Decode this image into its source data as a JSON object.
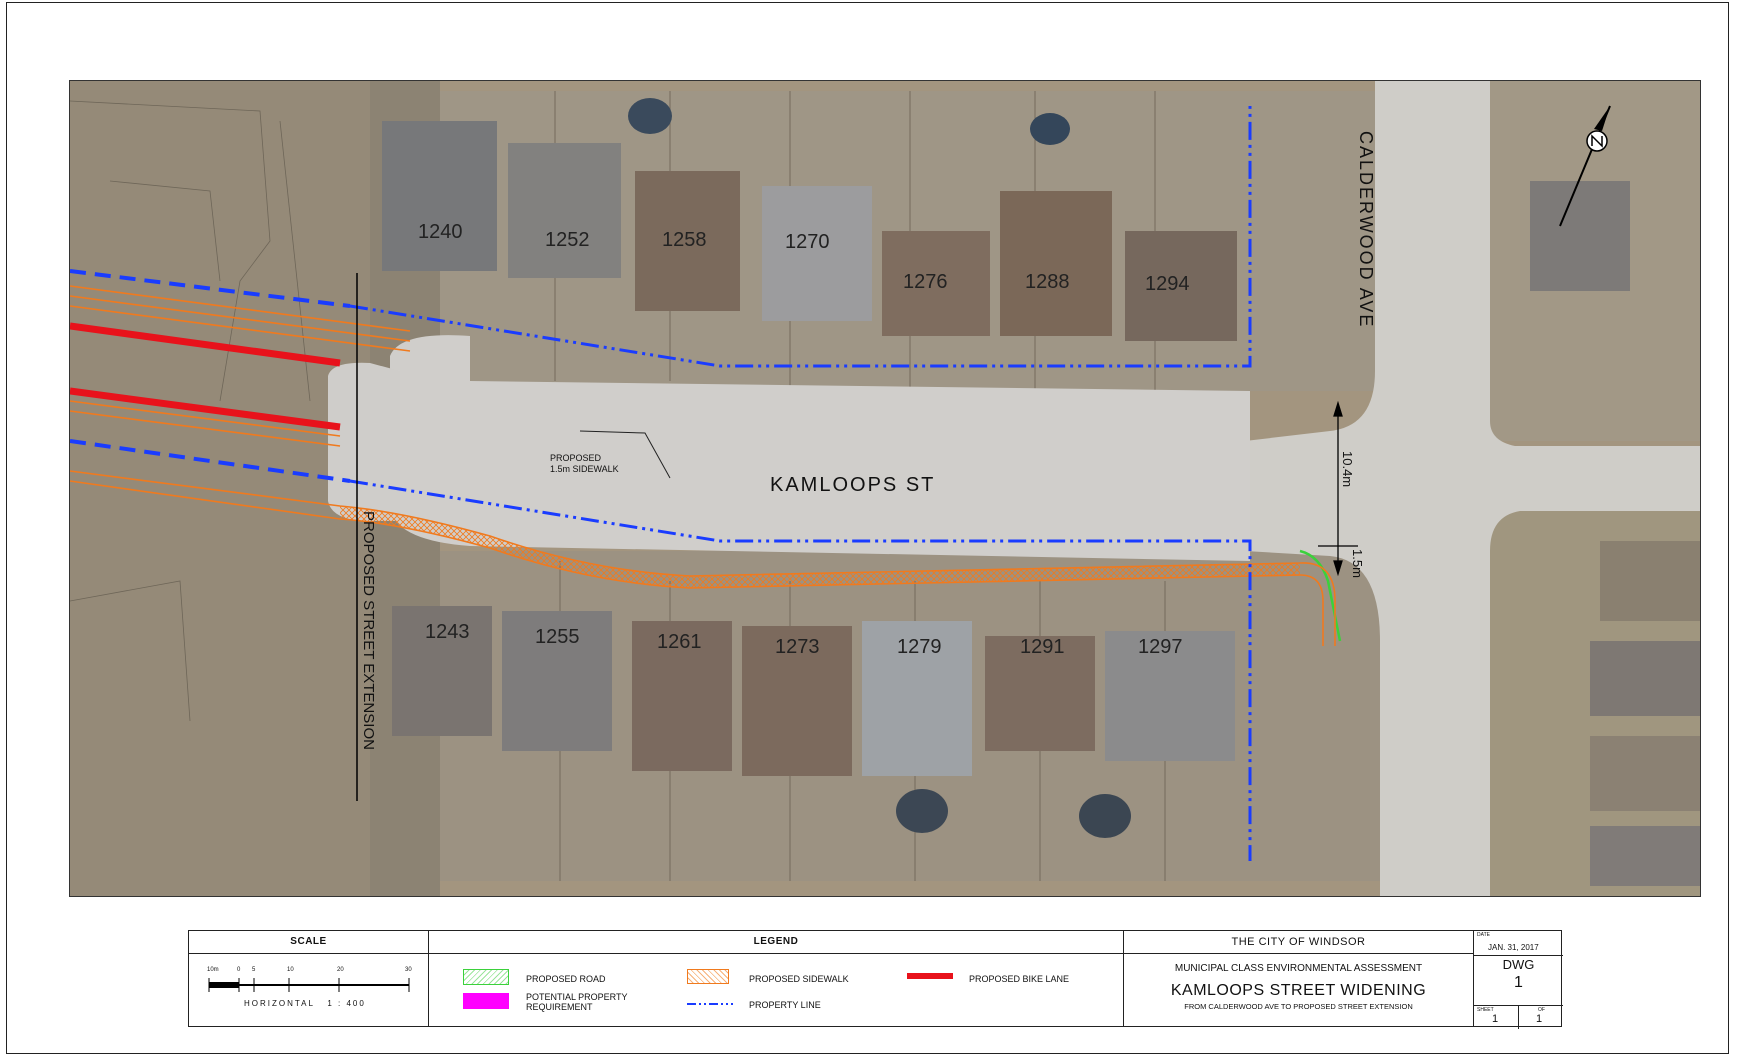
{
  "map": {
    "street_main": "KAMLOOPS ST",
    "street_cross": "CALDERWOOD AVE",
    "extension_label": "PROPOSED STREET EXTENSION",
    "sidewalk_callout_line1": "PROPOSED",
    "sidewalk_callout_line2": "1.5m SIDEWALK",
    "dim_road": "10.4m",
    "dim_sidewalk": "1.5m",
    "north_houses": [
      "1240",
      "1252",
      "1258",
      "1270",
      "1276",
      "1288",
      "1294"
    ],
    "south_houses": [
      "1243",
      "1255",
      "1261",
      "1273",
      "1279",
      "1291",
      "1297"
    ],
    "north_icon": "north-arrow-icon"
  },
  "title_block": {
    "scale_header": "SCALE",
    "scale_caption": "HORIZONTAL   1 : 400",
    "scale_ticks": [
      "10m",
      "0",
      "5",
      "10",
      "20",
      "30"
    ],
    "legend_header": "LEGEND",
    "legend": {
      "proposed_road": "PROPOSED ROAD",
      "proposed_sidewalk": "PROPOSED SIDEWALK",
      "proposed_bike_lane": "PROPOSED BIKE LANE",
      "potential_property": "POTENTIAL PROPERTY REQUIREMENT",
      "property_line": "PROPERTY LINE"
    },
    "city": "THE CITY OF WINDSOR",
    "assessment": "MUNICIPAL CLASS ENVIRONMENTAL ASSESSMENT",
    "project": "KAMLOOPS STREET WIDENING",
    "project_sub": "FROM CALDERWOOD AVE TO PROPOSED STREET EXTENSION",
    "date_label": "DATE",
    "date": "JAN. 31, 2017",
    "dwg_label": "DWG",
    "dwg_no": "1",
    "sheet_label": "SHEET",
    "sheet_no": "1",
    "of_label": "OF",
    "of_no": "1"
  },
  "colors": {
    "property_line": "#1a3cff",
    "sidewalk": "#f07a1e",
    "bike_lane": "#e8121b",
    "road_green": "#3bd13b",
    "potential_property": "#ff00ff"
  }
}
